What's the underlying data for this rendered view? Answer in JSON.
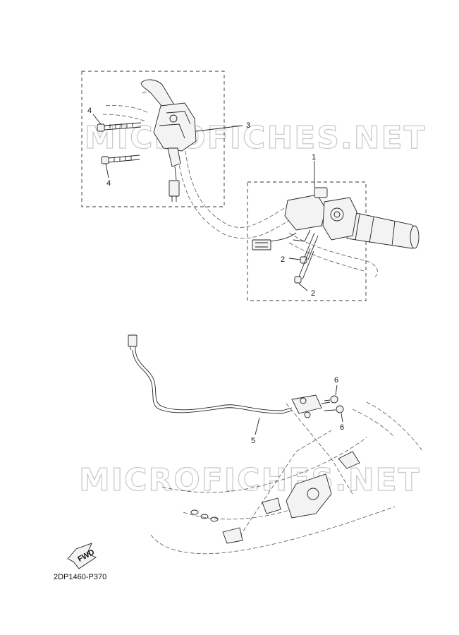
{
  "watermark": "MICROFICHES.NET",
  "callouts": [
    {
      "id": "c4a",
      "text": "4"
    },
    {
      "id": "c4b",
      "text": "4"
    },
    {
      "id": "c3",
      "text": "3"
    },
    {
      "id": "c1",
      "text": "1"
    },
    {
      "id": "c2a",
      "text": "2"
    },
    {
      "id": "c2b",
      "text": "2"
    },
    {
      "id": "c6a",
      "text": "6"
    },
    {
      "id": "c6b",
      "text": "6"
    },
    {
      "id": "c5",
      "text": "5"
    }
  ],
  "fwd_label": "FWD",
  "diagram_code": "2DP1460-P370"
}
